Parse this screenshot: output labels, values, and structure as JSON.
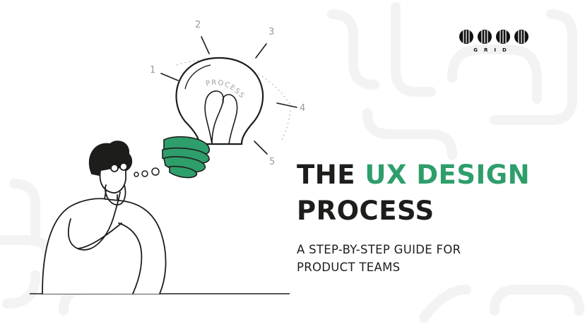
{
  "brand": {
    "logo_word": "GRID"
  },
  "headline": {
    "part1": "THE ",
    "accent": "UX DESIGN",
    "part2": "PROCESS"
  },
  "subtitle": {
    "line1": "A STEP-BY-STEP GUIDE FOR",
    "line2": "PRODUCT TEAMS"
  },
  "bulb": {
    "label": "PROCESS",
    "steps": [
      "1",
      "2",
      "3",
      "4",
      "5"
    ]
  },
  "colors": {
    "accent": "#2e9e6b",
    "text": "#1d1d1b",
    "line": "#1d1d1b",
    "muted": "#9a9a9a"
  },
  "icons": {
    "logo": "grid-logo-icon",
    "bulb": "lightbulb-icon",
    "person": "thinking-person-icon",
    "thought": "thought-bubble-icon"
  }
}
